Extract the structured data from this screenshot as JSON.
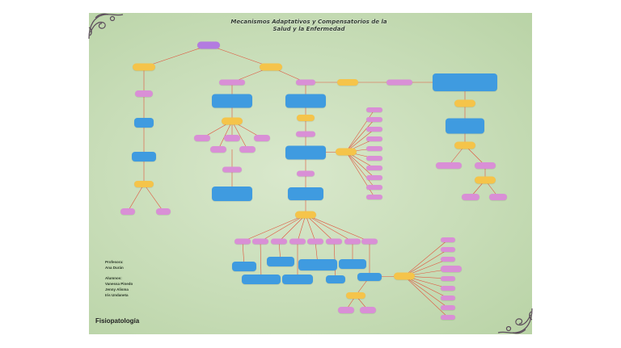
{
  "title": "Mecanismos Adaptativos y Compensatorios de la Salud y la Enfermedad",
  "credits": {
    "professor_heading": "Profesora:",
    "professor_name": "Ana Durán",
    "students_heading": "Alumnos:",
    "students": [
      "Vanessa Pinedo",
      "Jenny Alisma",
      "Iris Undaneta"
    ]
  },
  "footer": "Fisiopatología",
  "colors": {
    "canvas": "#c8ddb8",
    "pink": "#d98fd6",
    "purple": "#b37be0",
    "yellow": "#f5c44a",
    "blue": "#3f9be0",
    "link": "#e0543c",
    "ornament": "#5a4a5a"
  }
}
